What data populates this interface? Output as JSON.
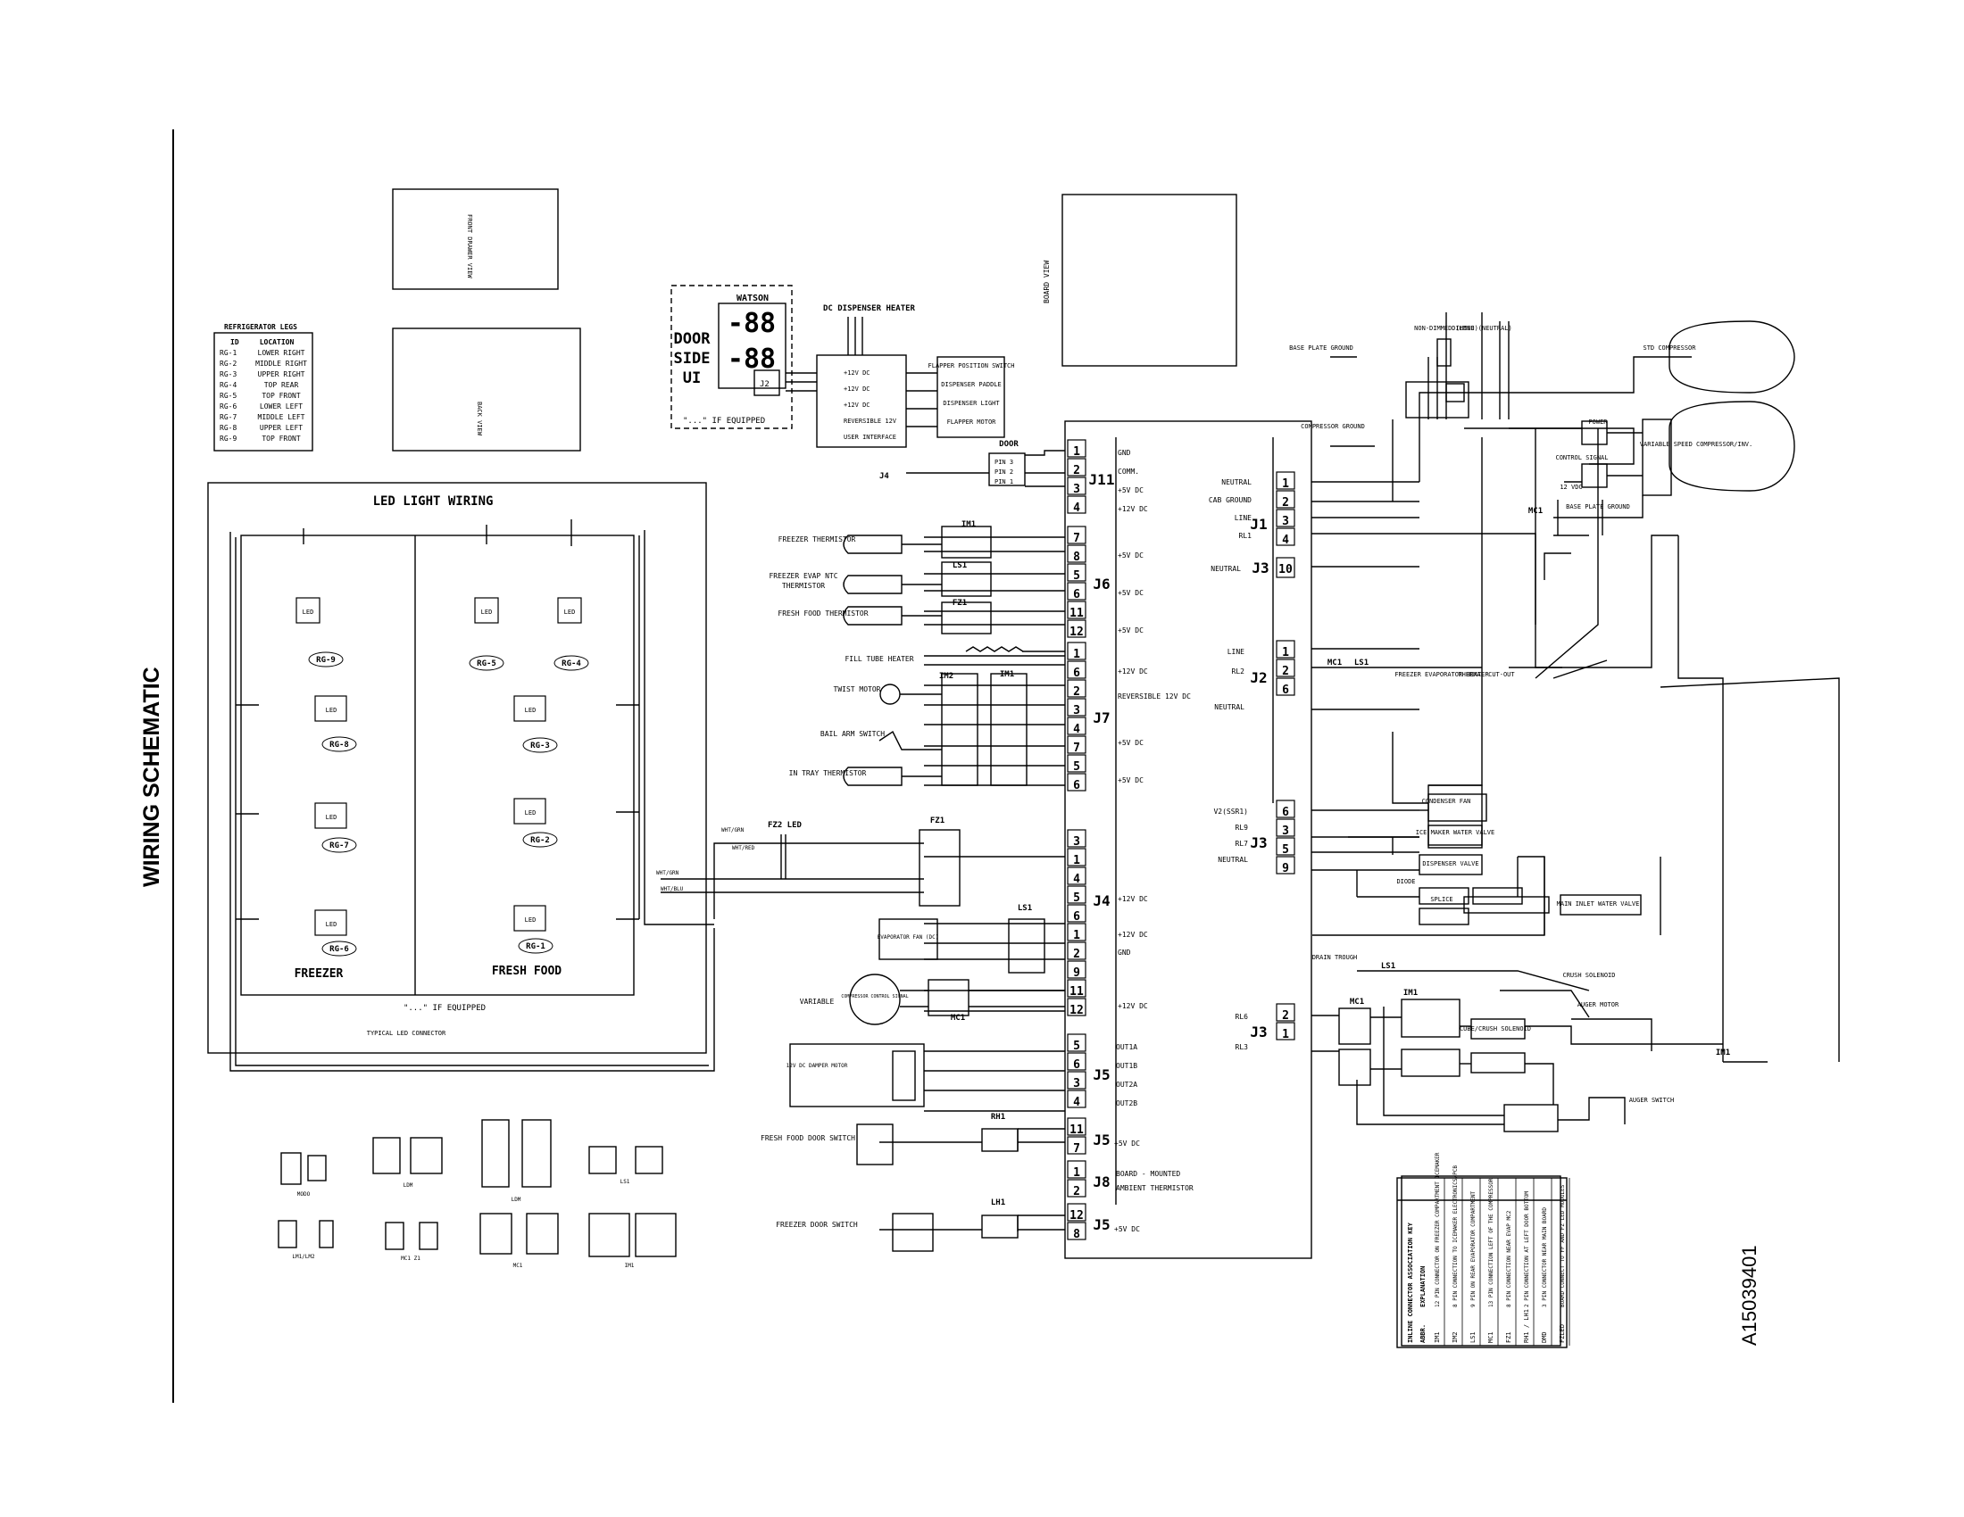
{
  "title": "WIRING SCHEMATIC",
  "doc_number": "A15039401",
  "legs_table": {
    "title": "REFRIGERATOR LEGS",
    "header": [
      "ID",
      "LOCATION"
    ],
    "rows": [
      [
        "RG-1",
        "LOWER RIGHT"
      ],
      [
        "RG-2",
        "MIDDLE RIGHT"
      ],
      [
        "RG-3",
        "UPPER RIGHT"
      ],
      [
        "RG-4",
        "TOP REAR"
      ],
      [
        "RG-5",
        "TOP FRONT"
      ],
      [
        "RG-6",
        "LOWER LEFT"
      ],
      [
        "RG-7",
        "MIDDLE LEFT"
      ],
      [
        "RG-8",
        "UPPER LEFT"
      ],
      [
        "RG-9",
        "TOP FRONT"
      ]
    ]
  },
  "views": {
    "front_drawer": "FRONT DRAWER VIEW",
    "back": "BACK VIEW",
    "board": "BOARD VIEW"
  },
  "ui": {
    "title": "WATSON",
    "left_label": [
      "DOOR",
      "SIDE",
      "UI"
    ],
    "digits": [
      "-88",
      "-88"
    ],
    "j2": "J2",
    "note": "\"...\" IF EQUIPPED"
  },
  "dc_heater": {
    "title": "DC DISPENSER HEATER",
    "rows": [
      "+12V DC",
      "+12V DC",
      "+12V DC",
      "REVERSIBLE 12V",
      "USER INTERFACE"
    ],
    "right_labels": [
      "FLAPPER POSITION SWITCH",
      "DISPENSER PADDLE",
      "DISPENSER LIGHT",
      "FLAPPER MOTOR"
    ],
    "j4": "J4",
    "door": "DOOR",
    "door_pins": [
      "PIN 3",
      "PIN 2",
      "PIN 1"
    ]
  },
  "led": {
    "title": "LED LIGHT WIRING",
    "freezer": "FREEZER",
    "fresh_food": "FRESH FOOD",
    "note": "\"...\" IF EQUIPPED",
    "typical": "TYPICAL LED CONNECTOR",
    "legs": [
      "RG-9",
      "RG-5",
      "RG-4",
      "RG-8",
      "RG-3",
      "RG-7",
      "RG-2",
      "RG-6",
      "RG-1"
    ]
  },
  "fz2_led": "FZ2 LED",
  "wire_labels": [
    "WHT/GRN",
    "WHT/RED",
    "WHT/GRN",
    "WHT/BLU"
  ],
  "board": {
    "j11": {
      "label": "J11",
      "pins": [
        "1",
        "2",
        "3",
        "4"
      ],
      "funcs": [
        "GND",
        "COMM.",
        "+5V DC",
        "+12V DC"
      ]
    },
    "j6": {
      "label": "J6",
      "pins": [
        "7",
        "8",
        "5",
        "6",
        "11",
        "12"
      ],
      "funcs": [
        "+5V DC",
        "+5V DC",
        "+5V DC"
      ]
    },
    "j7": {
      "label": "J7",
      "pins": [
        "1",
        "6",
        "2",
        "3",
        "4",
        "7",
        "5",
        "6"
      ],
      "funcs": [
        "+12V DC",
        "REVERSIBLE 12V DC",
        "+5V DC",
        "+5V DC"
      ]
    },
    "j4": {
      "label": "J4",
      "pins": [
        "3",
        "1",
        "4",
        "5",
        "6",
        "1",
        "2",
        "9",
        "11",
        "12"
      ],
      "funcs": [
        "+12V DC",
        "+12V DC",
        "GND",
        "+12V DC"
      ]
    },
    "j5a": {
      "label": "J5",
      "pins": [
        "5",
        "6",
        "3",
        "4"
      ],
      "funcs": [
        "OUT1A",
        "OUT1B",
        "OUT2A",
        "OUT2B"
      ]
    },
    "j5b": {
      "label": "J5",
      "pins": [
        "11",
        "7"
      ],
      "funcs": [
        "+5V DC"
      ]
    },
    "j8": {
      "label": "J8",
      "pins": [
        "1",
        "2"
      ],
      "funcs": [
        "BOARD - MOUNTED",
        "AMBIENT THERMISTOR"
      ]
    },
    "j5c": {
      "label": "J5",
      "pins": [
        "12",
        "8"
      ],
      "funcs": [
        "+5V DC"
      ]
    },
    "j1": {
      "label": "J1",
      "pins": [
        "1",
        "2",
        "3",
        "4"
      ],
      "funcs": [
        "NEUTRAL",
        "CAB GROUND",
        "LINE",
        "RL1"
      ]
    },
    "j3a": {
      "label": "J3",
      "pin": "10",
      "func": "NEUTRAL"
    },
    "j2": {
      "label": "J2",
      "pins": [
        "1",
        "2",
        "6"
      ],
      "funcs": [
        "LINE",
        "RL2",
        "NEUTRAL"
      ]
    },
    "j3b": {
      "label": "J3",
      "pins": [
        "6",
        "3",
        "5",
        "9"
      ],
      "funcs": [
        "V2(SSR1)",
        "RL9",
        "RL7",
        "NEUTRAL"
      ]
    },
    "j3c": {
      "label": "J3",
      "pins": [
        "2",
        "1"
      ],
      "funcs": [
        "RL6",
        "RL3"
      ]
    }
  },
  "left_components": [
    "FREEZER THERMISTOR",
    "FREEZER EVAP NTC THERMISTOR",
    "FRESH FOOD THERMISTOR",
    "FILL TUBE HEATER",
    "TWIST MOTOR",
    "BAIL ARM SWITCH",
    "IN TRAY THERMISTOR",
    "EVAPORATOR FAN (DC)",
    "VARIABLE",
    "COMPRESSOR CONTROL SIGNAL",
    "12V DC DAMPER MOTOR",
    "FRESH FOOD DOOR SWITCH",
    "FREEZER DOOR SWITCH"
  ],
  "conn_tags": [
    "IM1",
    "LS1",
    "FZ1",
    "IM2",
    "IM1",
    "FZ1",
    "LS1",
    "MC1",
    "RH1",
    "LH1"
  ],
  "right_components": [
    "BASE PLATE GROUND",
    "COMPRESSOR GROUND",
    "STD COMPRESSOR",
    "VARIABLE SPEED COMPRESSOR/INV.",
    "POWER",
    "CONTROL SIGNAL",
    "12 VDC",
    "BASE PLATE GROUND",
    "NON-DIMMED (LINE)",
    "DIMMED (NEUTRAL)",
    "FREEZER EVAPORATOR HEATER",
    "THERMAL CUT-OUT",
    "CONDENSER FAN",
    "ICE MAKER WATER VALVE",
    "DISPENSER VALVE",
    "DIODE",
    "SPLICE",
    "MAIN INLET WATER VALVE",
    "DRAIN TROUGH",
    "CRUSH SOLENOID",
    "AUGER MOTOR",
    "CUBE/CRUSH SOLENOID",
    "AUGER SWITCH"
  ],
  "right_tags": [
    "MC1",
    "LS1",
    "LS1",
    "MC1",
    "IM1",
    "MC1",
    "IM1"
  ],
  "connector_icons": [
    "MODO",
    "LDM",
    "LDM",
    "LS1",
    "LM1/LM2",
    "MC1 Z1",
    "MC1",
    "IM1"
  ],
  "assoc_key": {
    "title": "INLINE CONNECTOR ASSOCIATION KEY",
    "header": [
      "ABBR.",
      "EXPLANATION"
    ],
    "rows": [
      [
        "IM1",
        "12 PIN CONNECTOR ON FREEZER COMPARTMENT ICEMAKER"
      ],
      [
        "IM2",
        "8 PIN CONNECTION TO ICEMAKER ELECTRONICS/PCB"
      ],
      [
        "LS1",
        "9 PIN ON REAR EVAPORATOR COMPARTMENT"
      ],
      [
        "MC1",
        "13 PIN CONNECTION LEFT OF THE COMPRESSOR"
      ],
      [
        "FZ1",
        "8 PIN CONNECTION NEAR EVAP MC2"
      ],
      [
        "RH1 / LH1",
        "2 PIN CONNECTION AT LEFT DOOR BOTTOM"
      ],
      [
        "DMD",
        "3 PIN CONNECTOR NEAR MAIN BOARD"
      ],
      [
        "FZLED",
        "BOARD CONNECT TO FF AND FZ LED MODULES"
      ]
    ]
  },
  "colors": {
    "ink": "#000000",
    "paper": "#ffffff",
    "dashed": "#000000"
  }
}
